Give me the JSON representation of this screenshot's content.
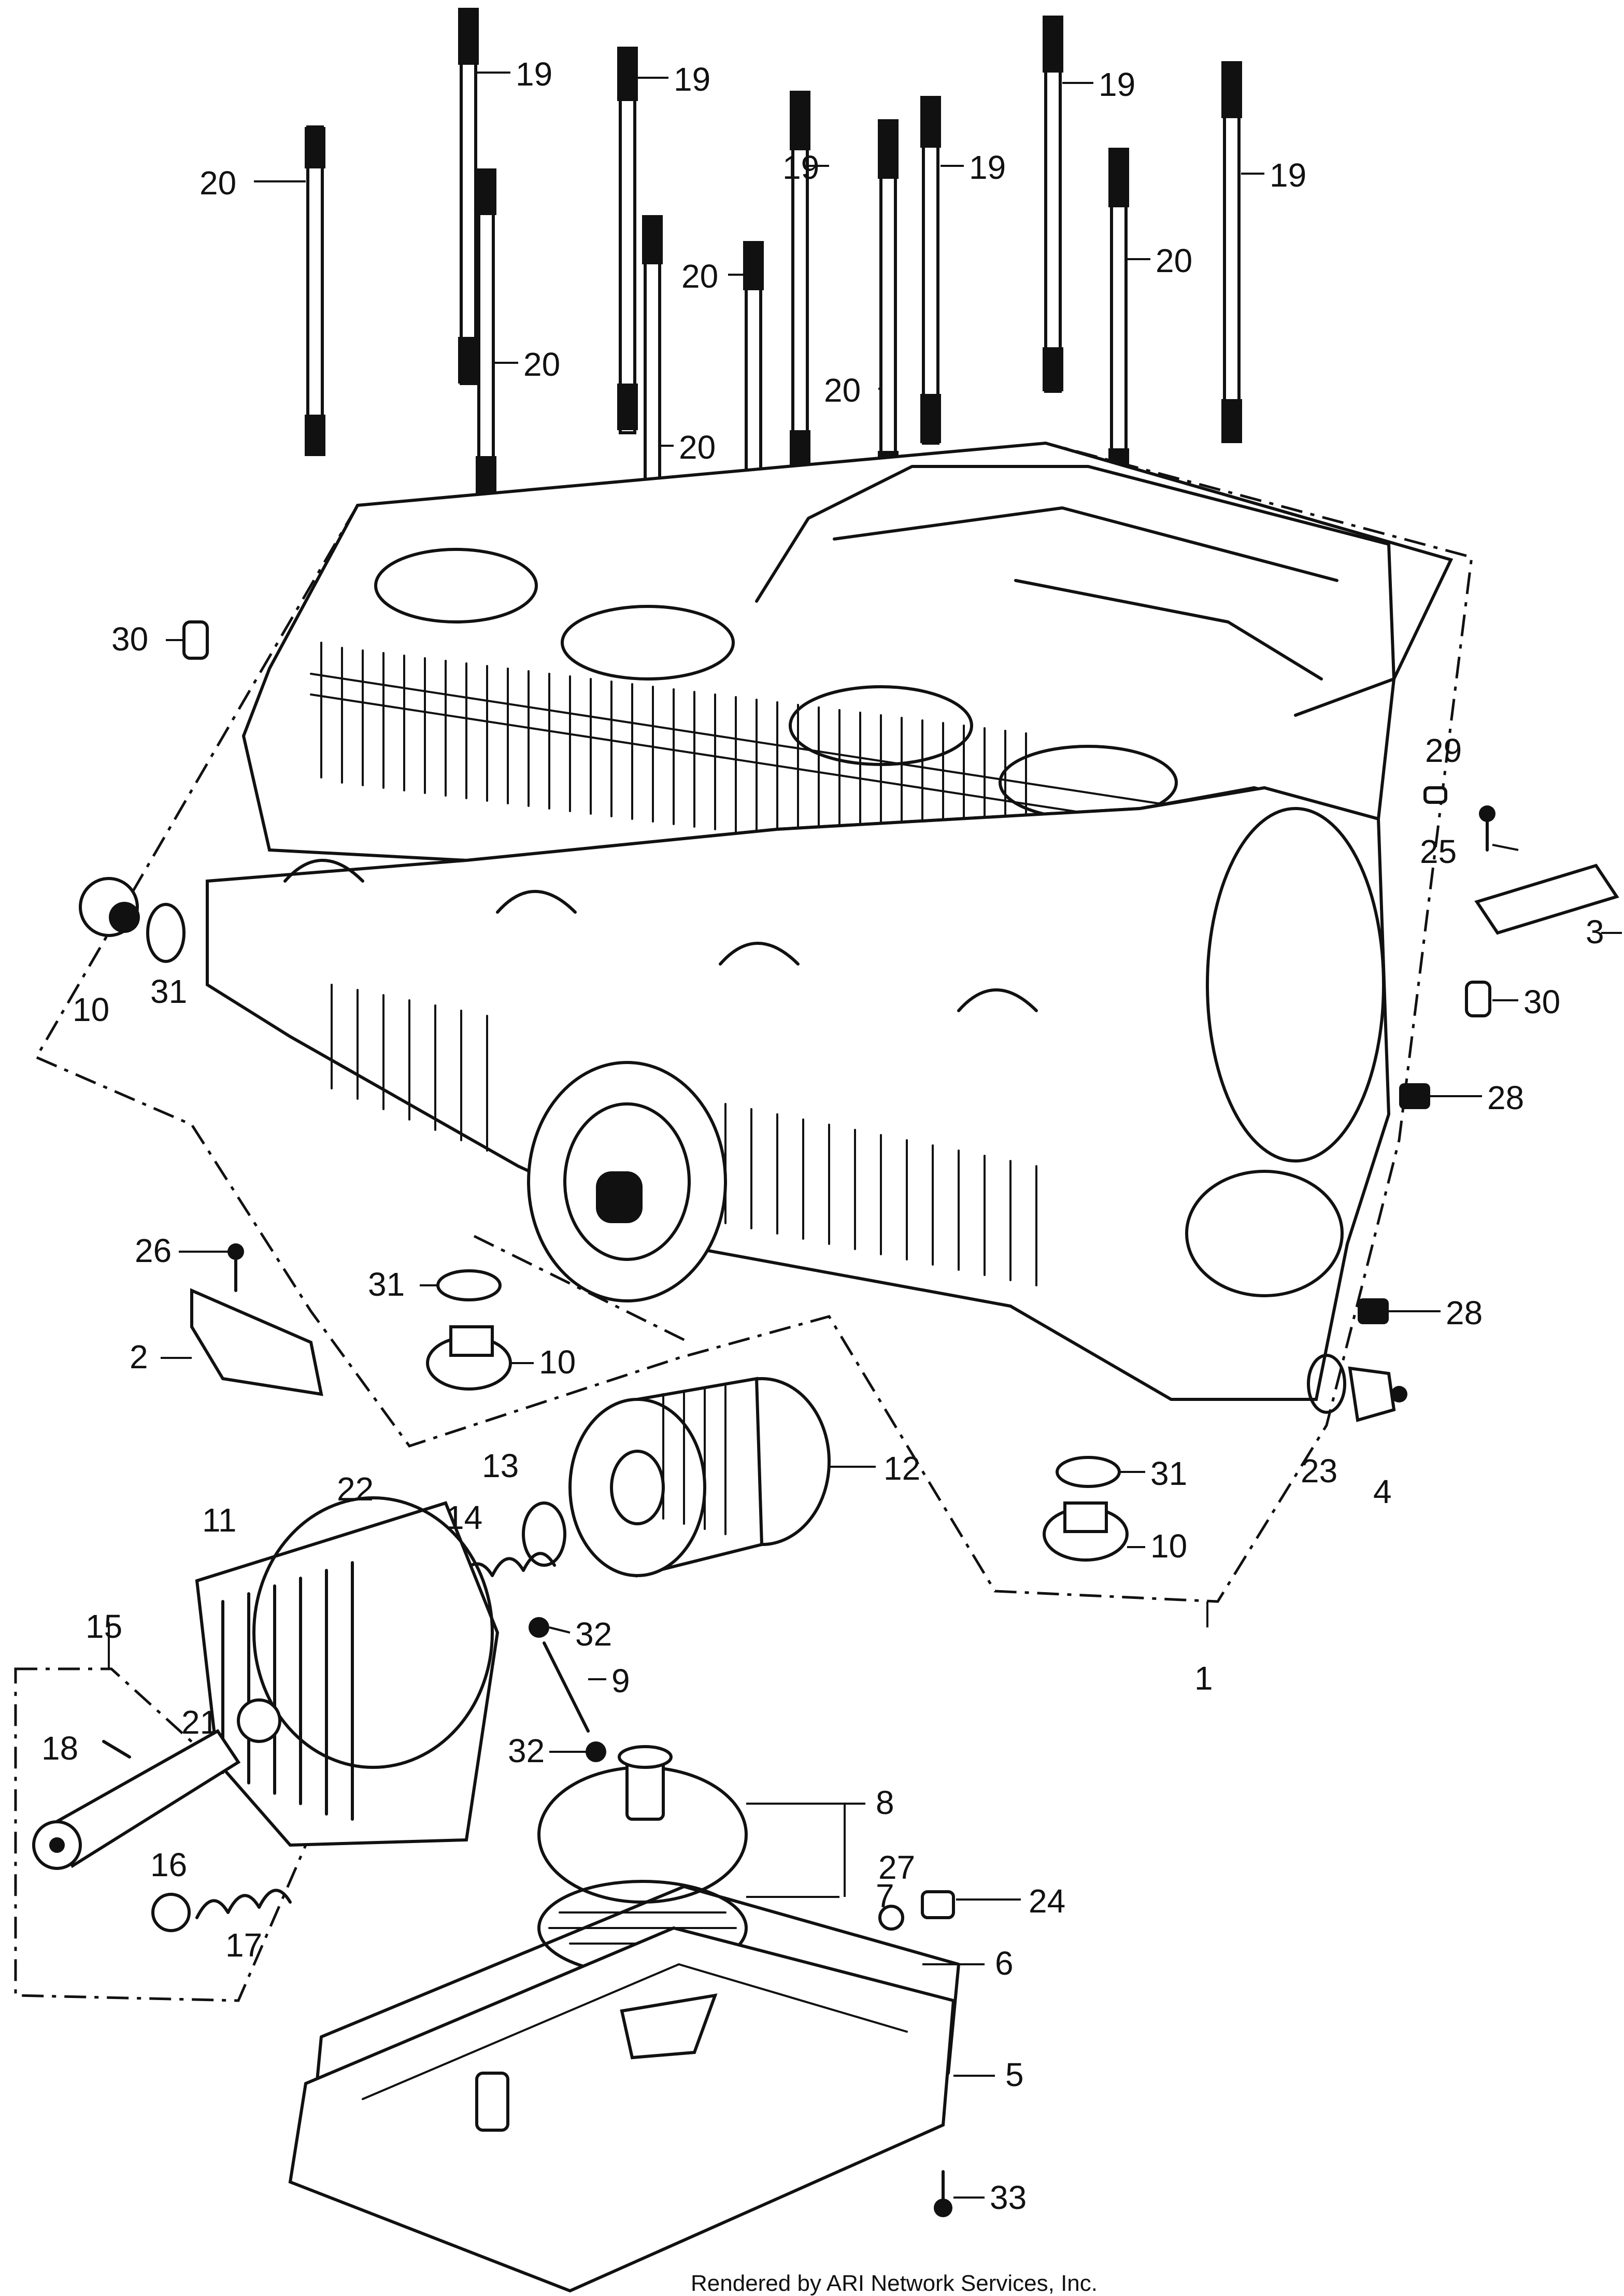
{
  "callouts": [
    {
      "id": "c1",
      "label": "1"
    },
    {
      "id": "c2",
      "label": "2"
    },
    {
      "id": "c3",
      "label": "3"
    },
    {
      "id": "c4",
      "label": "4"
    },
    {
      "id": "c5",
      "label": "5"
    },
    {
      "id": "c6",
      "label": "6"
    },
    {
      "id": "c7",
      "label": "7"
    },
    {
      "id": "c8",
      "label": "8"
    },
    {
      "id": "c9",
      "label": "9"
    },
    {
      "id": "c10a",
      "label": "10"
    },
    {
      "id": "c10b",
      "label": "10"
    },
    {
      "id": "c10c",
      "label": "10"
    },
    {
      "id": "c11",
      "label": "11"
    },
    {
      "id": "c12",
      "label": "12"
    },
    {
      "id": "c13",
      "label": "13"
    },
    {
      "id": "c14",
      "label": "14"
    },
    {
      "id": "c15",
      "label": "15"
    },
    {
      "id": "c16",
      "label": "16"
    },
    {
      "id": "c17",
      "label": "17"
    },
    {
      "id": "c18",
      "label": "18"
    },
    {
      "id": "c19a",
      "label": "19"
    },
    {
      "id": "c19b",
      "label": "19"
    },
    {
      "id": "c19c",
      "label": "19"
    },
    {
      "id": "c19d",
      "label": "19"
    },
    {
      "id": "c19e",
      "label": "19"
    },
    {
      "id": "c19f",
      "label": "19"
    },
    {
      "id": "c20a",
      "label": "20"
    },
    {
      "id": "c20b",
      "label": "20"
    },
    {
      "id": "c20c",
      "label": "20"
    },
    {
      "id": "c20d",
      "label": "20"
    },
    {
      "id": "c20e",
      "label": "20"
    },
    {
      "id": "c20f",
      "label": "20"
    },
    {
      "id": "c21",
      "label": "21"
    },
    {
      "id": "c22",
      "label": "22"
    },
    {
      "id": "c23",
      "label": "23"
    },
    {
      "id": "c24",
      "label": "24"
    },
    {
      "id": "c25",
      "label": "25"
    },
    {
      "id": "c26",
      "label": "26"
    },
    {
      "id": "c27",
      "label": "27"
    },
    {
      "id": "c28a",
      "label": "28"
    },
    {
      "id": "c28b",
      "label": "28"
    },
    {
      "id": "c29",
      "label": "29"
    },
    {
      "id": "c30a",
      "label": "30"
    },
    {
      "id": "c30b",
      "label": "30"
    },
    {
      "id": "c31a",
      "label": "31"
    },
    {
      "id": "c31b",
      "label": "31"
    },
    {
      "id": "c31c",
      "label": "31"
    },
    {
      "id": "c32a",
      "label": "32"
    },
    {
      "id": "c32b",
      "label": "32"
    },
    {
      "id": "c33",
      "label": "33"
    }
  ],
  "footer": "Rendered by ARI Network Services, Inc."
}
